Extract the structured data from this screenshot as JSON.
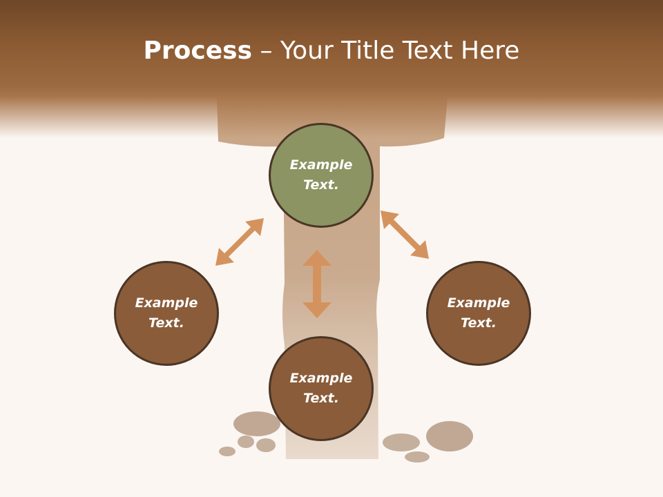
{
  "title": {
    "bold": "Process",
    "rest": " – Your Title Text Here"
  },
  "colors": {
    "header": "#8e5c34",
    "background": "#fbf6f2",
    "node_top": "#8b9462",
    "node": "#8a5c39",
    "node_border": "#4a3526",
    "arrow": "#d4935e"
  },
  "nodes": [
    {
      "id": "top",
      "label": "Example Text."
    },
    {
      "id": "left",
      "label": "Example Text."
    },
    {
      "id": "right",
      "label": "Example Text."
    },
    {
      "id": "bottom",
      "label": "Example Text."
    }
  ]
}
